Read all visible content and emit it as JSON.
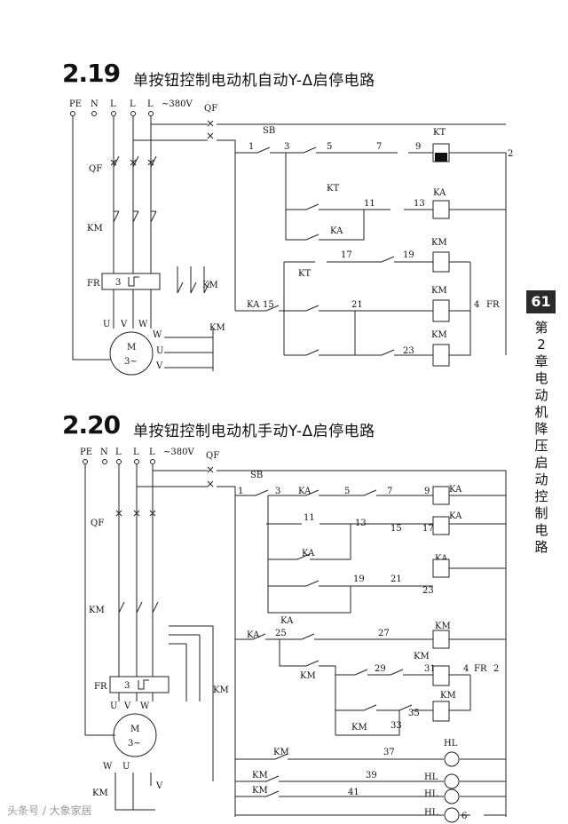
{
  "sections": [
    {
      "number": "2.19",
      "title": "单按钮控制电动机自动Y-Δ启停电路"
    },
    {
      "number": "2.20",
      "title": "单按钮控制电动机手动Y-Δ启停电路"
    }
  ],
  "page_number": "61",
  "side_label": "第2章 电动机降压启动控制电路",
  "watermark": "头条号 / 大象家居",
  "voltage": "~380V",
  "labels": {
    "PE": "PE",
    "N": "N",
    "L1": "L",
    "L2": "L",
    "L3": "L",
    "QF1": "QF",
    "QF2": "QF",
    "KM1": "KM",
    "KM2": "KM",
    "KM3": "KM",
    "FR": "FR",
    "KA": "KA",
    "KT": "KT",
    "SB": "SB",
    "M": "M",
    "phase": "3~",
    "U1": "U",
    "V1": "V",
    "W1": "W",
    "U2": "U",
    "V2": "V",
    "W2": "W",
    "HL1": "HL",
    "HL2": "HL",
    "HL3": "HL",
    "HL4": "HL",
    "frbox": "3"
  },
  "nodes_219": [
    "1",
    "3",
    "5",
    "7",
    "9",
    "11",
    "13",
    "15",
    "17",
    "19",
    "21",
    "23",
    "2",
    "4"
  ],
  "nodes_220": [
    "1",
    "3",
    "5",
    "7",
    "9",
    "11",
    "13",
    "15",
    "17",
    "19",
    "21",
    "23",
    "25",
    "27",
    "29",
    "31",
    "33",
    "35",
    "37",
    "39",
    "41",
    "2",
    "4",
    "6"
  ],
  "colors": {
    "ink": "#222222",
    "tab": "#2b2b2b"
  }
}
